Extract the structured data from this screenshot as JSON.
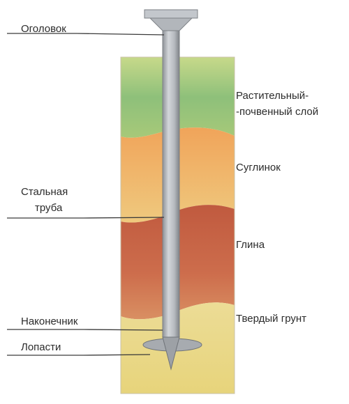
{
  "diagram": {
    "pile_labels": {
      "head": "Оголовок",
      "pipe_line1": "Стальная",
      "pipe_line2": "труба",
      "tip": "Наконечник",
      "blades": "Лопасти"
    },
    "soil_layers": [
      {
        "label_line1": "Растительный-",
        "label_line2": "-почвенный слой",
        "color": "#8ec07a"
      },
      {
        "label_line1": "Суглинок",
        "label_line2": "",
        "color": "#eeae62"
      },
      {
        "label_line1": "Глина",
        "label_line2": "",
        "color": "#c8644a"
      },
      {
        "label_line1": "Твердый грунт",
        "label_line2": "",
        "color": "#e9d98c"
      }
    ],
    "colors": {
      "pile": "#b9bdc2",
      "pile_edge": "#7d8186",
      "leader": "#3a3a3a",
      "text": "#2b2b2b"
    }
  }
}
